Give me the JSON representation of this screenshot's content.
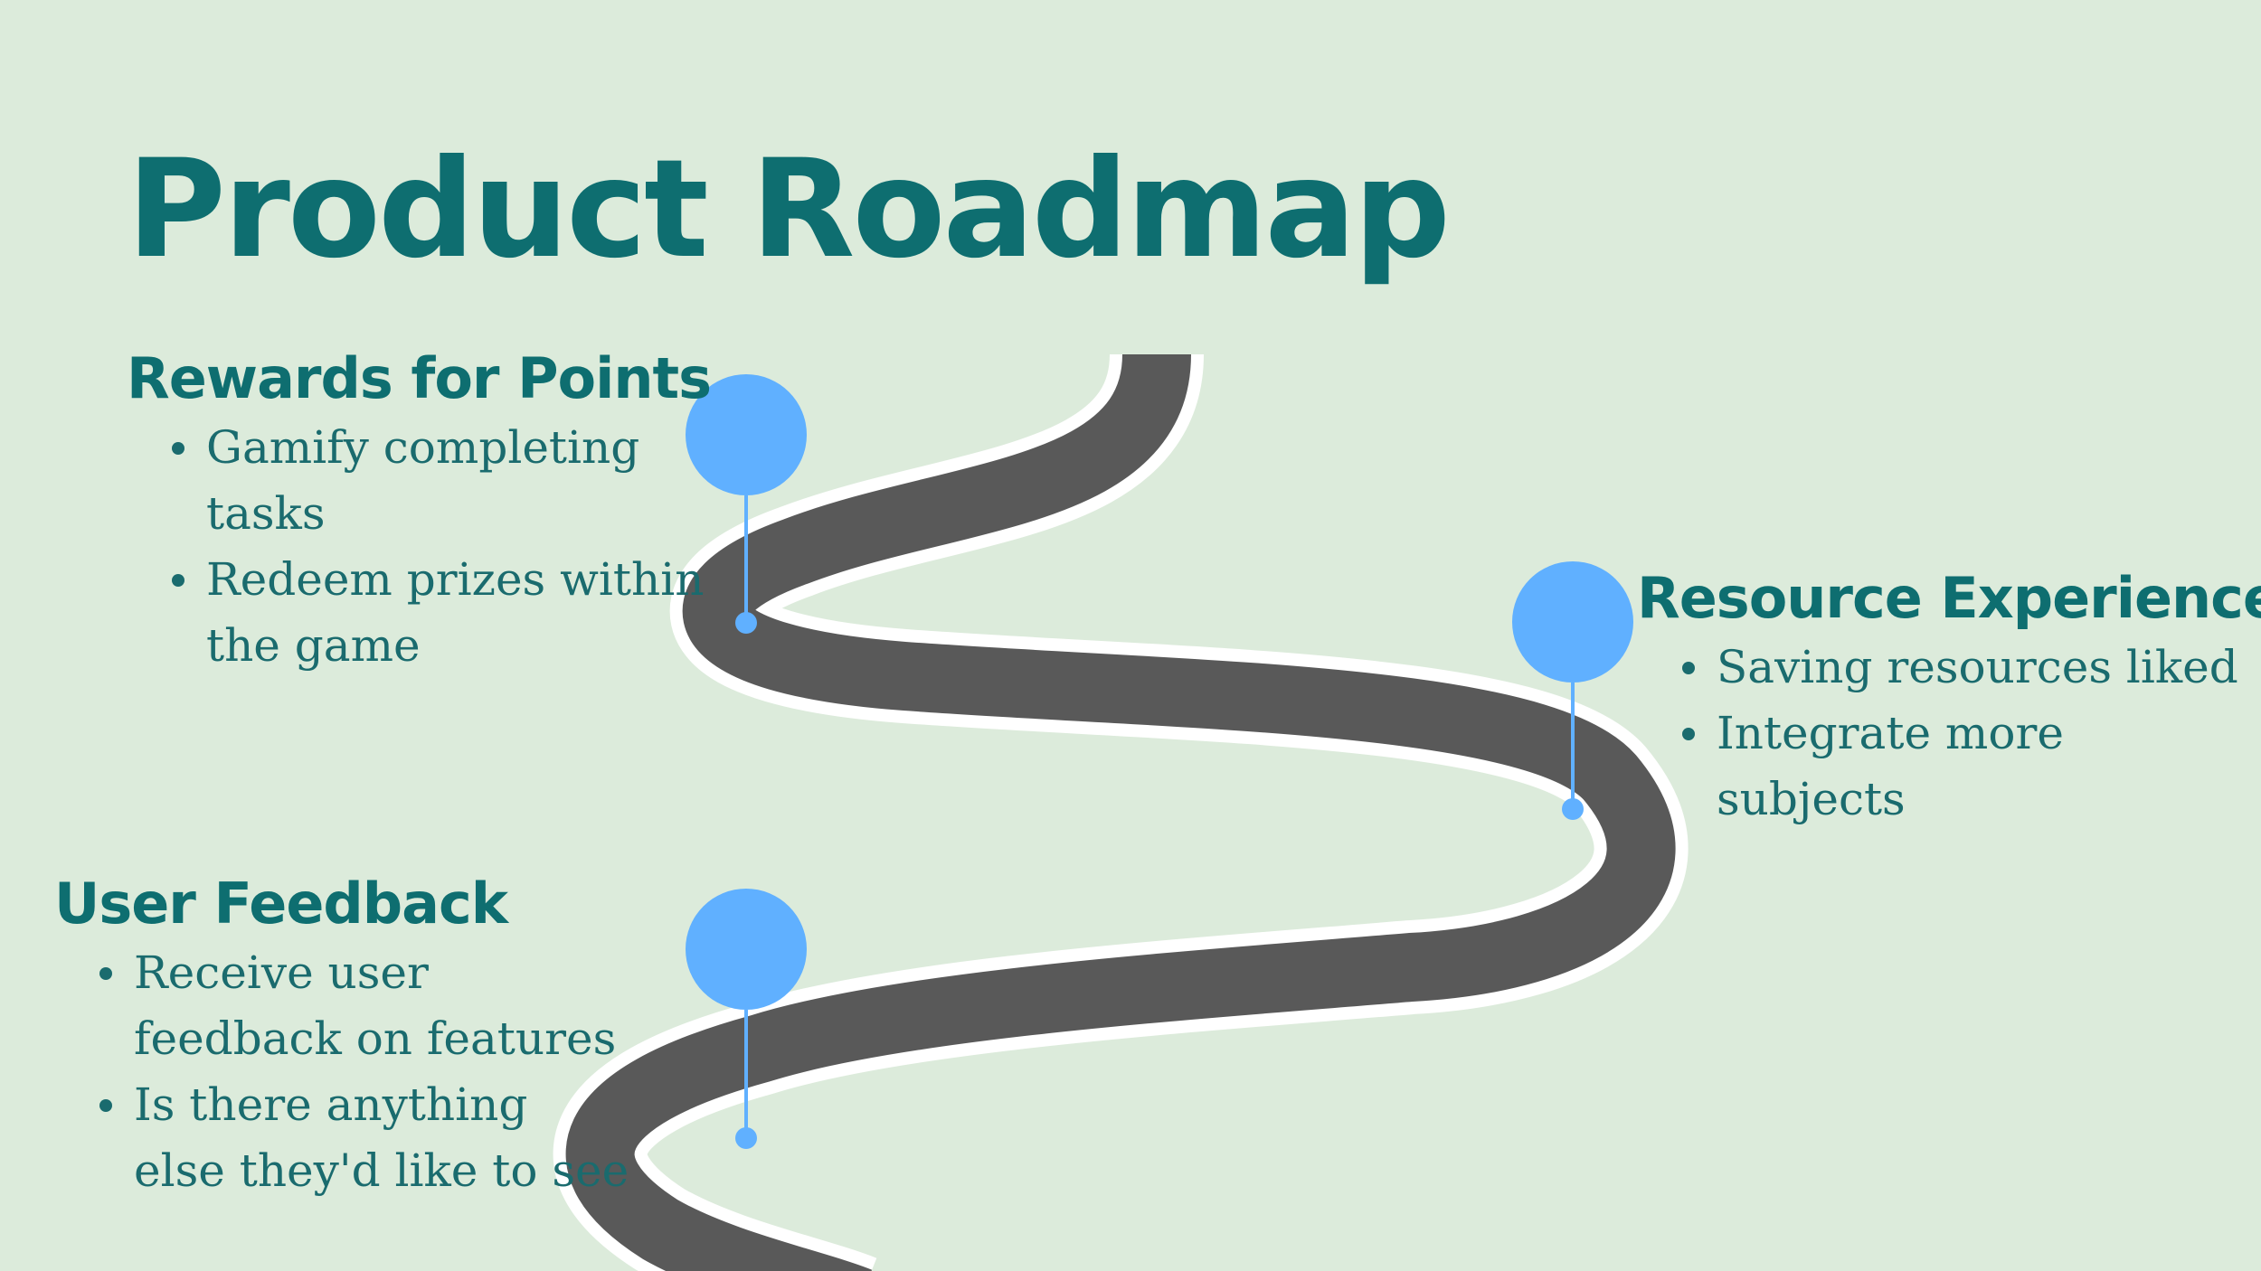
{
  "title": "Product Roadmap",
  "sections": {
    "rewards": {
      "heading": "Rewards for Points",
      "bullets": [
        "Gamify completing tasks",
        "Redeem prizes within the game"
      ]
    },
    "resource": {
      "heading": "Resource Experience",
      "bullets": [
        "Saving resources liked",
        "Integrate more subjects"
      ]
    },
    "feedback": {
      "heading": "User Feedback",
      "bullets": [
        "Receive user feedback on features",
        "Is there anything else they'd like to see"
      ]
    }
  },
  "colors": {
    "background": "#dcebdb",
    "heading_teal": "#0e6e70",
    "road_asphalt": "#595959",
    "road_border": "#ffffff",
    "pin_blue": "#60b0ff"
  },
  "icons": {
    "milestone_pin": "map-pin-icon"
  }
}
